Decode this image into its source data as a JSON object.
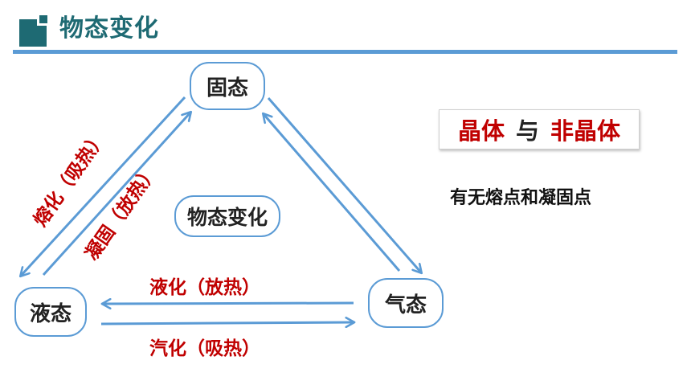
{
  "header": {
    "title": "物态变化"
  },
  "nodes": {
    "solid": "固态",
    "liquid": "液态",
    "gas": "气态",
    "center": "物态变化"
  },
  "transitions": {
    "melting": "熔化（吸热）",
    "freezing": "凝固（放热）",
    "liquefaction": "液化（放热）",
    "vaporization": "汽化（吸热）"
  },
  "crystal_box": {
    "crystal": "晶体",
    "connector": "与",
    "amorphous": "非晶体"
  },
  "question": "有无熔点和凝固点",
  "colors": {
    "header": "#1e6a73",
    "arrow": "#5b9bd5",
    "label_red": "#c00000"
  }
}
